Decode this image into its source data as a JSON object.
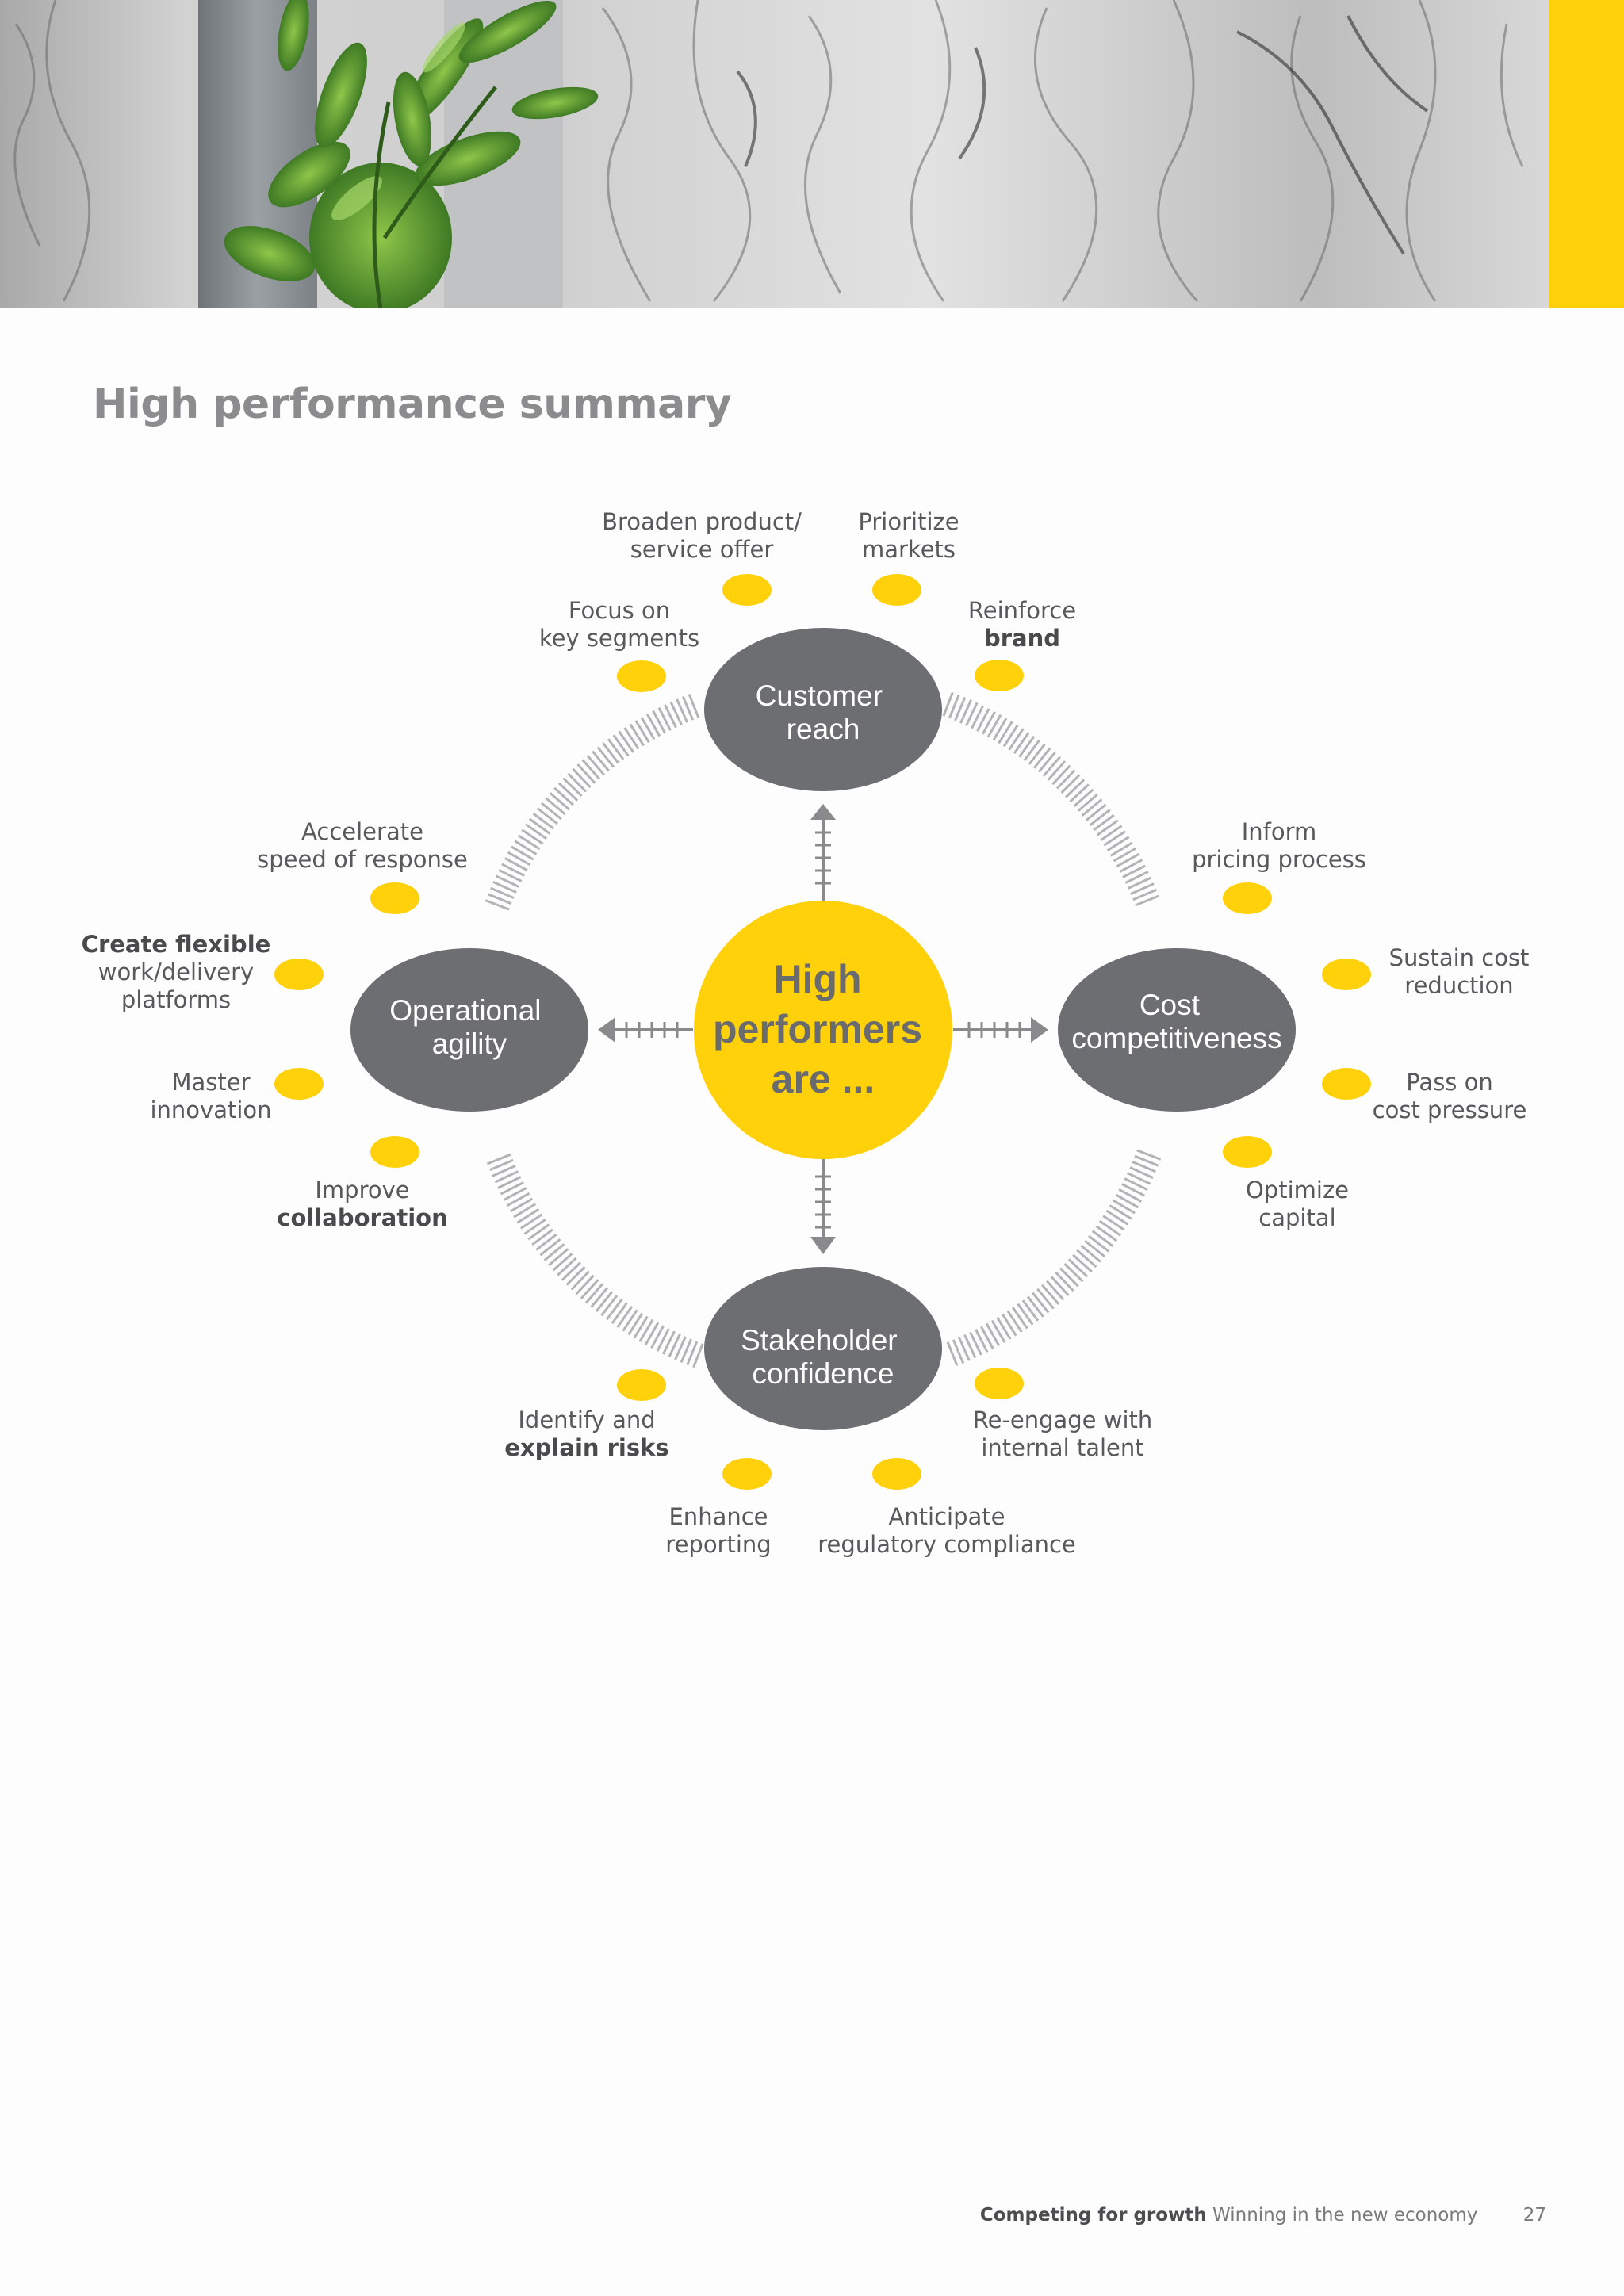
{
  "page": {
    "title": "High performance summary",
    "accent_color": "#ffd10a",
    "hero_image": "plant leaves in front of textured grey tree bark"
  },
  "diagram": {
    "center": {
      "lines": [
        "High",
        "performers",
        "are ..."
      ],
      "color": "#ffd10a"
    },
    "hubs": {
      "top": {
        "lines": [
          "Customer",
          "reach"
        ]
      },
      "left": {
        "lines": [
          "Operational",
          "agility"
        ]
      },
      "right": {
        "lines": [
          "Cost",
          "competitiveness"
        ]
      },
      "bottom": {
        "lines": [
          "Stakeholder",
          "confidence"
        ]
      },
      "color": "#6d6e71"
    },
    "labels": {
      "broaden": [
        "Broaden product/",
        "service offer"
      ],
      "prioritize": [
        "Prioritize",
        "markets"
      ],
      "focus": [
        "Focus on",
        "key segments"
      ],
      "reinforce": [
        "Reinforce",
        "brand"
      ],
      "accelerate": [
        "Accelerate",
        "speed of response"
      ],
      "flexible": [
        "Create flexible",
        "work/delivery",
        "platforms"
      ],
      "master": [
        "Master",
        "innovation"
      ],
      "improve": [
        "Improve",
        "collaboration"
      ],
      "inform": [
        "Inform",
        "pricing process"
      ],
      "sustain": [
        "Sustain cost",
        "reduction"
      ],
      "pass": [
        "Pass on",
        "cost pressure"
      ],
      "optimize": [
        "Optimize",
        "capital"
      ],
      "identify": [
        "Identify and",
        "explain risks"
      ],
      "enhance": [
        "Enhance",
        "reporting"
      ],
      "anticipate": [
        "Anticipate",
        "regulatory compliance"
      ],
      "reengage": [
        "Re-engage with",
        "internal talent"
      ]
    }
  },
  "footer": {
    "publication": "Competing for growth",
    "subtitle": "Winning in the new economy",
    "page_number": "27"
  }
}
